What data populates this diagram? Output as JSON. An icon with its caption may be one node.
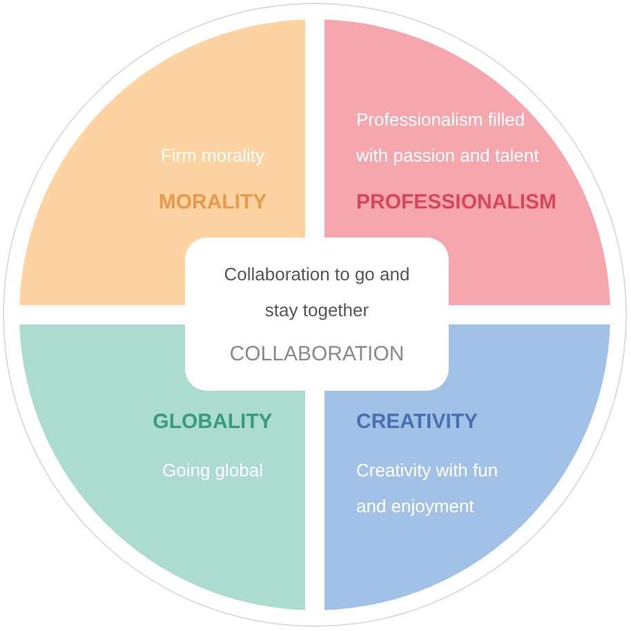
{
  "diagram": {
    "nodes": [
      {
        "text": [
          "Firm morality",
          "MORALITY"
        ]
      },
      {
        "text": [
          "Professionalism filled with passion and talent",
          "PROFESSIONALISM"
        ]
      },
      {
        "text": [
          "Collaboration to go and stay together",
          "COLLABORATION"
        ]
      },
      {
        "text": [
          "GLOBALITY",
          "Going global"
        ]
      },
      {
        "text": [
          "CREATIVITY",
          "Creativity with fun and enjoyment"
        ]
      }
    ]
  }
}
